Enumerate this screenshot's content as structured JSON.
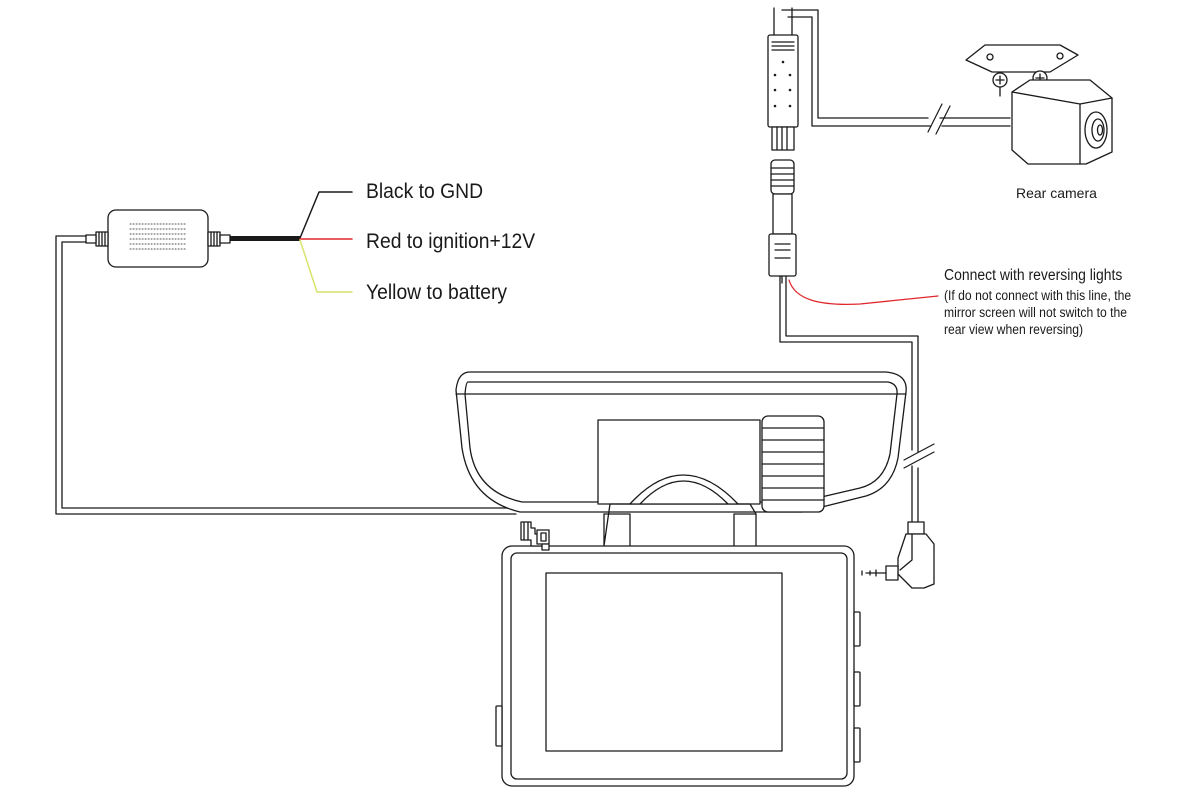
{
  "labels": {
    "black_wire": "Black to GND",
    "red_wire": "Red to ignition+12V",
    "yellow_wire": "Yellow to battery",
    "rear_camera": "Rear camera",
    "reversing_title": "Connect with reversing lights",
    "reversing_note_1": "(If do not connect with this line, the",
    "reversing_note_2": "mirror screen will not switch to the",
    "reversing_note_3": "rear view when reversing)"
  },
  "colors": {
    "line": "#1a1a1a",
    "red_wire": "#e0262b",
    "yellow_wire": "#d9e36a",
    "background": "#ffffff"
  }
}
